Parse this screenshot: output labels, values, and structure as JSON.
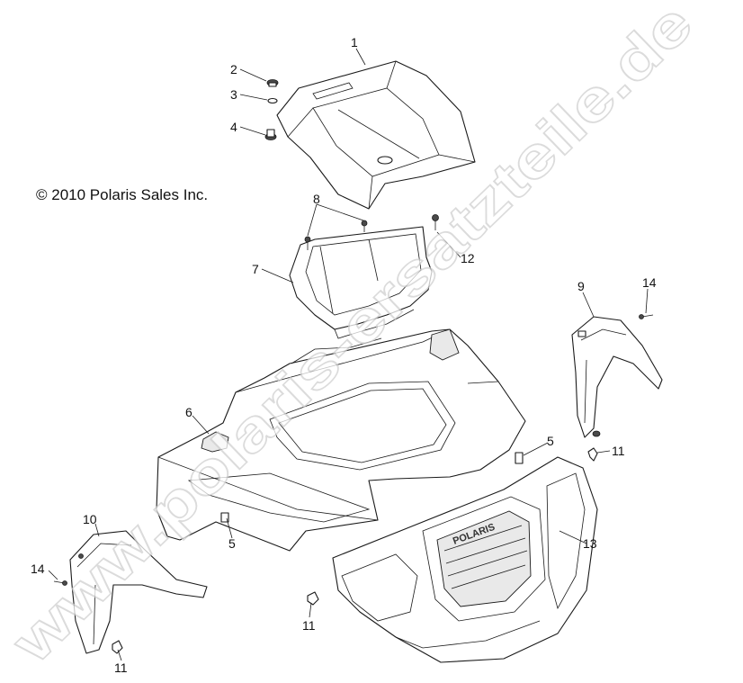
{
  "copyright": "© 2010 Polaris Sales Inc.",
  "watermark": "www.polaris-ersatzteile.de",
  "callouts": {
    "c1": "1",
    "c2": "2",
    "c3": "3",
    "c4": "4",
    "c5a": "5",
    "c5b": "5",
    "c6": "6",
    "c7": "7",
    "c8": "8",
    "c9": "9",
    "c10": "10",
    "c11a": "11",
    "c11b": "11",
    "c11c": "11",
    "c12": "12",
    "c13": "13",
    "c14a": "14",
    "c14b": "14"
  },
  "grille_text": "POLARIS"
}
